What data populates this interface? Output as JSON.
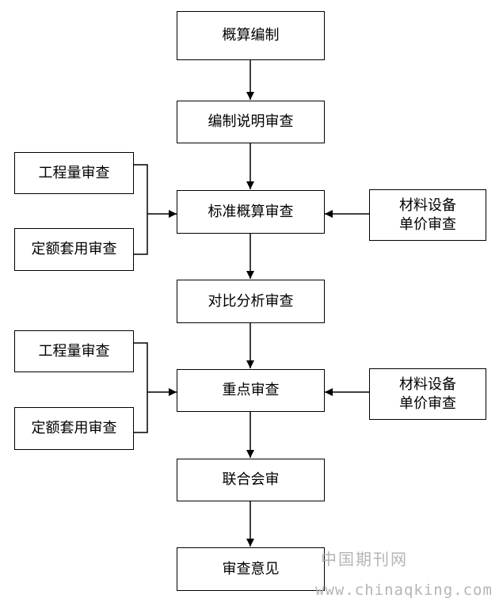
{
  "flow": {
    "main": [
      "概算编制",
      "编制说明审查",
      "标准概算审查",
      "对比分析审查",
      "重点审查",
      "联合会审",
      "审查意见"
    ],
    "left_top": [
      "工程量审查",
      "定额套用审查"
    ],
    "right_top": [
      "材料设备",
      "单价审查"
    ],
    "left_bottom": [
      "工程量审查",
      "定额套用审查"
    ],
    "right_bottom": [
      "材料设备",
      "单价审查"
    ]
  },
  "watermark": {
    "cn": "中国期刊网",
    "url": "www.chinaqking.com"
  }
}
